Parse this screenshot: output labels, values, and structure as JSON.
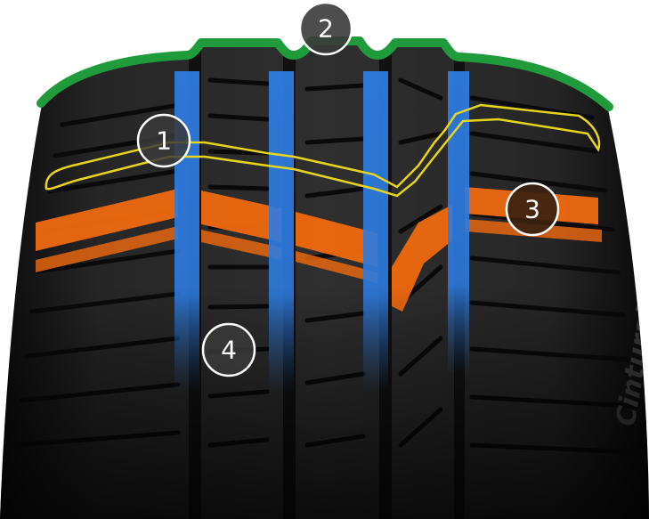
{
  "image": {
    "subject": "tyre-tread-illustration",
    "sidewall_text": "Cinturato P",
    "callouts": [
      {
        "label": "1",
        "highlight": "yellow-outline"
      },
      {
        "label": "2",
        "highlight": "green-contour"
      },
      {
        "label": "3",
        "highlight": "orange-band"
      },
      {
        "label": "4",
        "highlight": "blue-grooves"
      }
    ]
  },
  "colors": {
    "background": "#ffffff",
    "rubber_dark": "#121212",
    "rubber_mid": "#2e2e2e",
    "contour_green": "#1f9b3c",
    "outline_yellow": "#e7d51c",
    "band_orange": "#f06a0f",
    "groove_blue": "#2d7be0",
    "badge_fill": "#3a3a3a",
    "badge_fill_dark": "#3b2210",
    "badge_ring": "#ffffff"
  }
}
